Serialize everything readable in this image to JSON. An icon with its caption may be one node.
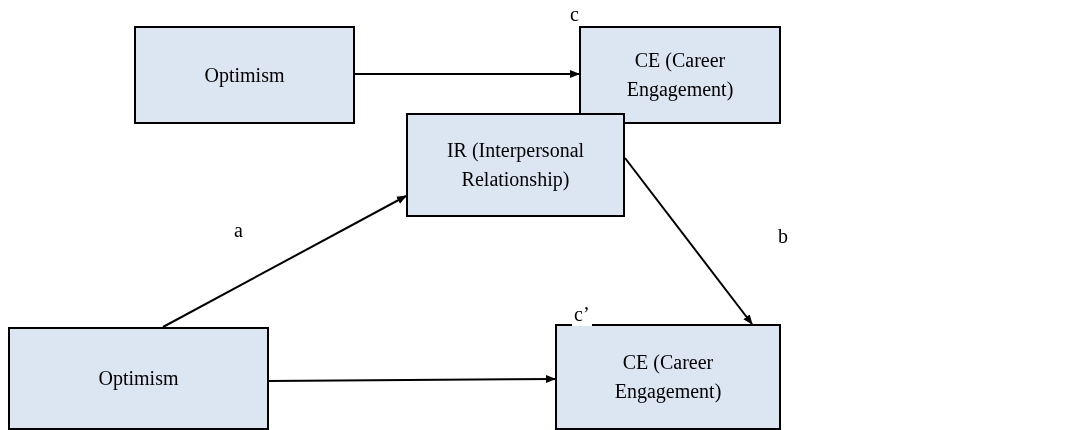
{
  "diagram": {
    "nodes": [
      {
        "text": [
          "Optimism"
        ]
      },
      {
        "text": [
          "CE (Career Engagement)"
        ]
      },
      {
        "text": [
          "IR (Interpersonal Relationship)"
        ]
      },
      {
        "text": [
          "Optimism"
        ]
      },
      {
        "text": [
          "CE (Career Engagement)"
        ]
      }
    ],
    "edges": [
      {
        "from": 0,
        "to": 1,
        "arrow": "to",
        "label": "c"
      },
      {
        "from": 3,
        "to": 2,
        "arrow": "to",
        "label": "a"
      },
      {
        "from": 2,
        "to": 4,
        "arrow": "to",
        "label": "b"
      },
      {
        "from": 3,
        "to": 4,
        "arrow": "to",
        "label": "c’"
      }
    ]
  }
}
